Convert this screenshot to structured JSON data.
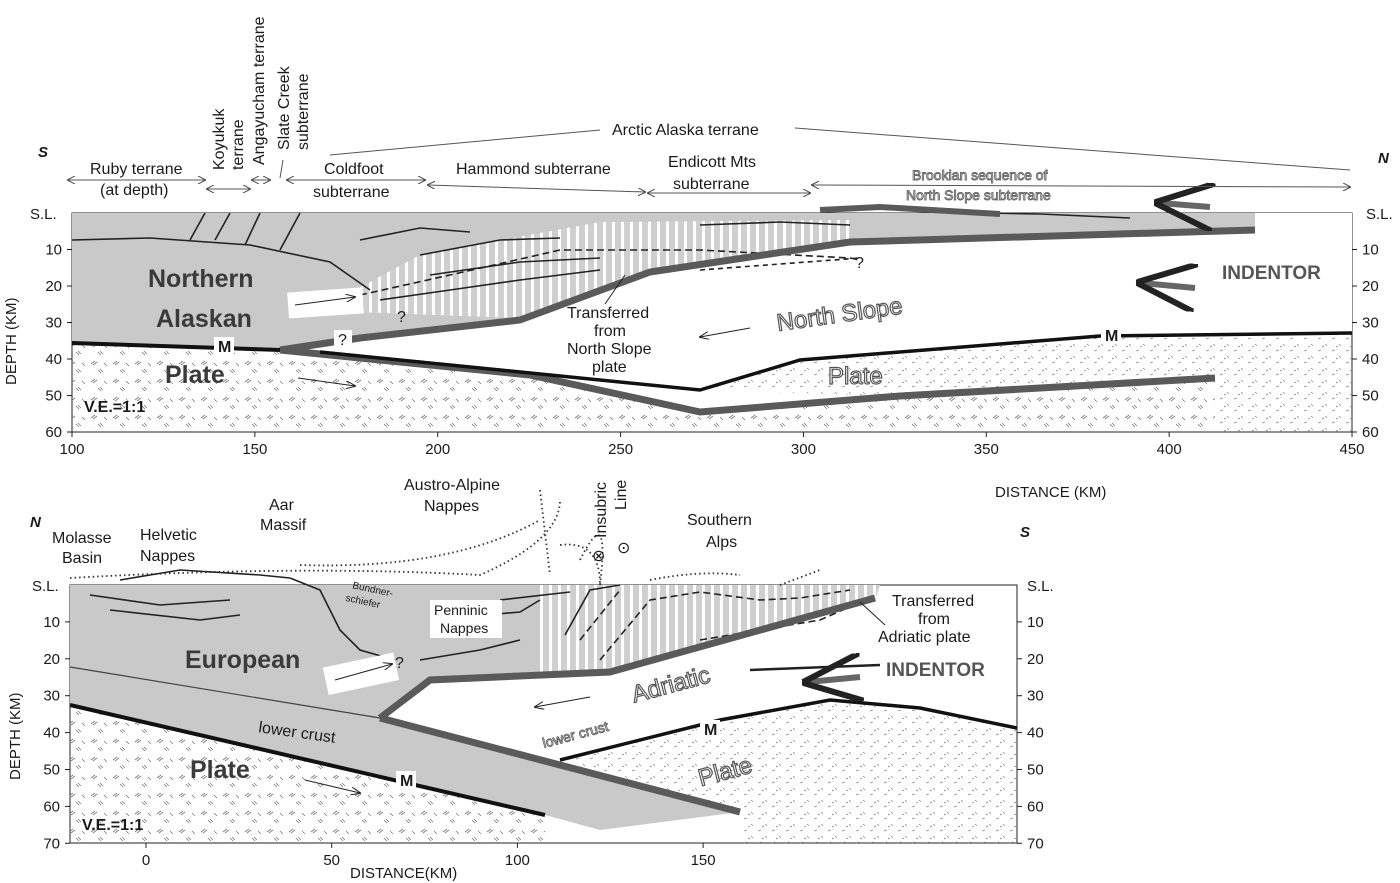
{
  "top_panel": {
    "direction_left": "S",
    "direction_right": "N",
    "terranes": {
      "ruby": "Ruby  terrane",
      "ruby_sub": "(at depth)",
      "koyukuk": "Koyukuk",
      "koyukuk_sub": "terrane",
      "angayucham": "Angayucham terrane",
      "slate_creek": "Slate Creek",
      "slate_creek_sub": "subterrane",
      "arctic_alaska": "Arctic Alaska terrane",
      "coldfoot": "Coldfoot",
      "coldfoot_sub": "subterrane",
      "hammond": "Hammond subterrane",
      "endicott": "Endicott Mts",
      "endicott_sub": "subterrane",
      "brookian": "Brookian sequence of",
      "brookian_sub": "North Slope subterrane"
    },
    "labels": {
      "northern": "Northern",
      "alaskan": "Alaskan",
      "plate_left": "Plate",
      "north_slope": "North Slope",
      "plate_right": "Plate",
      "indentor": "INDENTOR",
      "transferred": [
        "Transferred",
        "from",
        "North Slope",
        "plate"
      ],
      "moho": "M",
      "question": "?",
      "ve": "V.E.=1:1"
    },
    "axis": {
      "ylabel": "DEPTH (KM)",
      "xlabel": "DISTANCE (KM)",
      "sea_level": "S.L.",
      "depth_ticks": [
        "10",
        "20",
        "30",
        "40",
        "50",
        "60"
      ],
      "distance_ticks": [
        "100",
        "150",
        "200",
        "250",
        "300",
        "350",
        "400",
        "450"
      ]
    }
  },
  "bottom_panel": {
    "direction_left": "N",
    "direction_right": "S",
    "units": {
      "molasse": "Molasse",
      "molasse_sub": "Basin",
      "helvetic": "Helvetic",
      "helvetic_sub": "Nappes",
      "aar": "Aar",
      "aar_sub": "Massif",
      "austro": "Austro-Alpine",
      "austro_sub": "Nappes",
      "insubric": "Insubric",
      "insubric_sub": "Line",
      "southern": "Southern",
      "southern_sub": "Alps",
      "bundner": "Bundner-",
      "bundner_sub": "schiefer",
      "penninic": "Penninic",
      "penninic_sub": "Nappes"
    },
    "labels": {
      "european": "European",
      "plate_left": "Plate",
      "lower_crust_left": "lower crust",
      "adriatic": "Adriatic",
      "lower_crust_right": "lower crust",
      "plate_right": "Plate",
      "indentor": "INDENTOR",
      "transferred": [
        "Transferred",
        "from",
        "Adriatic plate"
      ],
      "moho": "M",
      "question": "?",
      "ve": "V.E.=1:1"
    },
    "axis": {
      "ylabel": "DEPTH (KM)",
      "xlabel": "DISTANCE(KM)",
      "sea_level": "S.L.",
      "depth_ticks": [
        "10",
        "20",
        "30",
        "40",
        "50",
        "60",
        "70"
      ],
      "distance_ticks": [
        "0",
        "50",
        "100",
        "150"
      ]
    }
  }
}
